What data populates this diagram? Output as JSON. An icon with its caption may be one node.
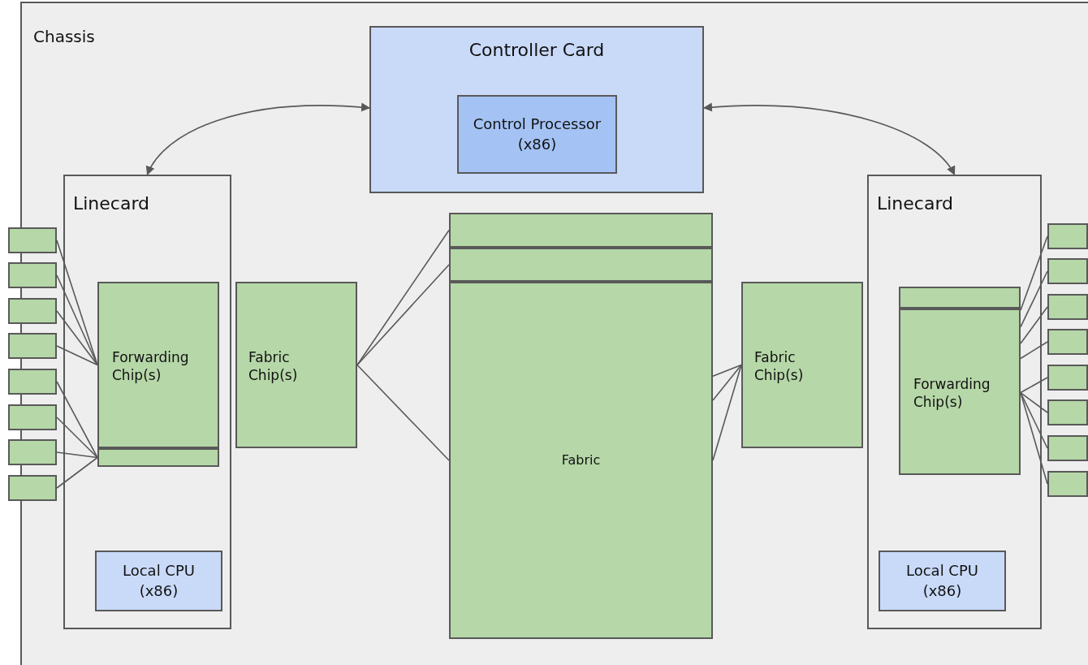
{
  "diagram": {
    "nodes": [
      {
        "text": [
          "Chassis"
        ]
      },
      {
        "text": [
          "Controller Card"
        ],
        "in": 0
      },
      {
        "text": [
          "Control Processor (x86)"
        ],
        "in": 1
      },
      {
        "text": [
          "Linecard"
        ],
        "in": 0
      },
      {
        "text": [],
        "shape": "box",
        "in": 3
      },
      {
        "text": [
          "Forwarding Chip(s)"
        ],
        "in": 3
      },
      {
        "text": [
          "Local CPU (x86)"
        ],
        "in": 3
      },
      {
        "text": [
          "Fabric Chip(s)"
        ],
        "in": 0
      },
      {
        "text": [],
        "shape": "box"
      },
      {
        "text": [],
        "shape": "box"
      },
      {
        "text": [],
        "shape": "box"
      },
      {
        "text": [],
        "shape": "box"
      },
      {
        "text": [],
        "shape": "box"
      },
      {
        "text": [],
        "shape": "box"
      },
      {
        "text": [],
        "shape": "box"
      },
      {
        "text": [],
        "shape": "box"
      },
      {
        "text": [],
        "shape": "box",
        "in": 0
      },
      {
        "text": [],
        "shape": "box",
        "in": 0
      },
      {
        "text": [
          "Fabric"
        ],
        "in": 0
      },
      {
        "text": [
          "Linecard"
        ],
        "in": 0
      },
      {
        "text": [],
        "shape": "box",
        "in": 19
      },
      {
        "text": [
          "Forwarding Chip(s)"
        ],
        "in": 19
      },
      {
        "text": [
          "Local CPU (x86)"
        ],
        "in": 19
      },
      {
        "text": [
          "Fabric Chip(s)"
        ],
        "in": 0
      },
      {
        "text": [],
        "shape": "box",
        "in": 0
      },
      {
        "text": [],
        "shape": "box",
        "in": 0
      },
      {
        "text": [],
        "shape": "box",
        "in": 0
      },
      {
        "text": [],
        "shape": "box",
        "in": 0
      },
      {
        "text": [],
        "shape": "box",
        "in": 0
      },
      {
        "text": [],
        "shape": "box",
        "in": 0
      },
      {
        "text": [],
        "shape": "box",
        "in": 0
      },
      {
        "text": [],
        "shape": "box",
        "in": 0
      }
    ],
    "edges": [
      {
        "from": 1,
        "to": 3,
        "arrow": "both"
      },
      {
        "from": 1,
        "to": 19,
        "arrow": "both"
      },
      {
        "from": 8,
        "to": 5,
        "arrow": "none"
      },
      {
        "from": 9,
        "to": 5,
        "arrow": "none"
      },
      {
        "from": 10,
        "to": 5,
        "arrow": "none"
      },
      {
        "from": 11,
        "to": 5,
        "arrow": "none"
      },
      {
        "from": 12,
        "to": 4,
        "arrow": "none"
      },
      {
        "from": 13,
        "to": 4,
        "arrow": "none"
      },
      {
        "from": 14,
        "to": 4,
        "arrow": "none"
      },
      {
        "from": 15,
        "to": 4,
        "arrow": "none"
      },
      {
        "from": 7,
        "to": 16,
        "arrow": "none"
      },
      {
        "from": 7,
        "to": 17,
        "arrow": "none"
      },
      {
        "from": 7,
        "to": 18,
        "arrow": "none"
      },
      {
        "from": 23,
        "to": 18,
        "arrow": "none"
      },
      {
        "from": 23,
        "to": 18,
        "arrow": "none"
      },
      {
        "from": 23,
        "to": 18,
        "arrow": "none"
      },
      {
        "from": 21,
        "to": 24,
        "arrow": "none"
      },
      {
        "from": 21,
        "to": 25,
        "arrow": "none"
      },
      {
        "from": 21,
        "to": 26,
        "arrow": "none"
      },
      {
        "from": 21,
        "to": 27,
        "arrow": "none"
      },
      {
        "from": 21,
        "to": 28,
        "arrow": "none"
      },
      {
        "from": 21,
        "to": 29,
        "arrow": "none"
      },
      {
        "from": 21,
        "to": 30,
        "arrow": "none"
      },
      {
        "from": 21,
        "to": 31,
        "arrow": "none"
      }
    ]
  }
}
